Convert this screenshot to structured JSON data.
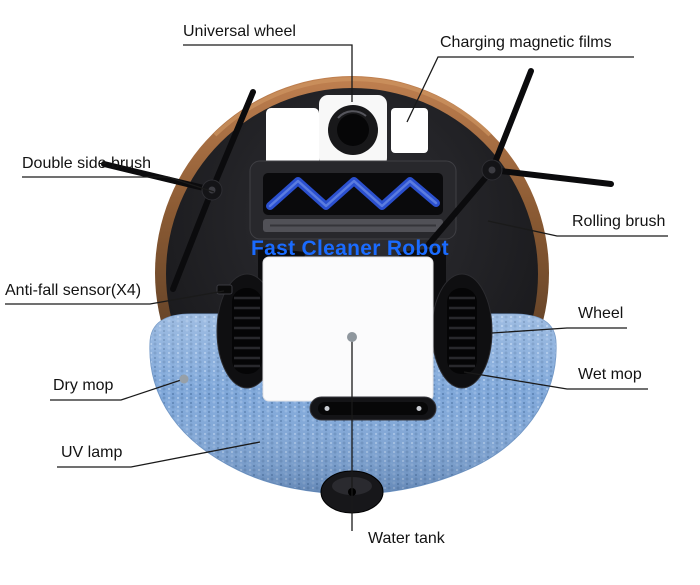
{
  "title": "Fast Cleaner Robot",
  "colors": {
    "title_blue": "#1a6bff",
    "mop_blue": "#7fa7d9",
    "copper_rim": "#8a5a33",
    "leader_line": "#1a1a1a"
  },
  "labels": {
    "universal_wheel": "Universal wheel",
    "charging_magnetic_films": "Charging magnetic films",
    "double_side_brush": "Double side brush",
    "rolling_brush": "Rolling brush",
    "anti_fall_sensor": "Anti-fall sensor(X4)",
    "wheel": "Wheel",
    "dry_mop": "Dry mop",
    "wet_mop": "Wet mop",
    "uv_lamp": "UV lamp",
    "water_tank": "Water tank"
  }
}
